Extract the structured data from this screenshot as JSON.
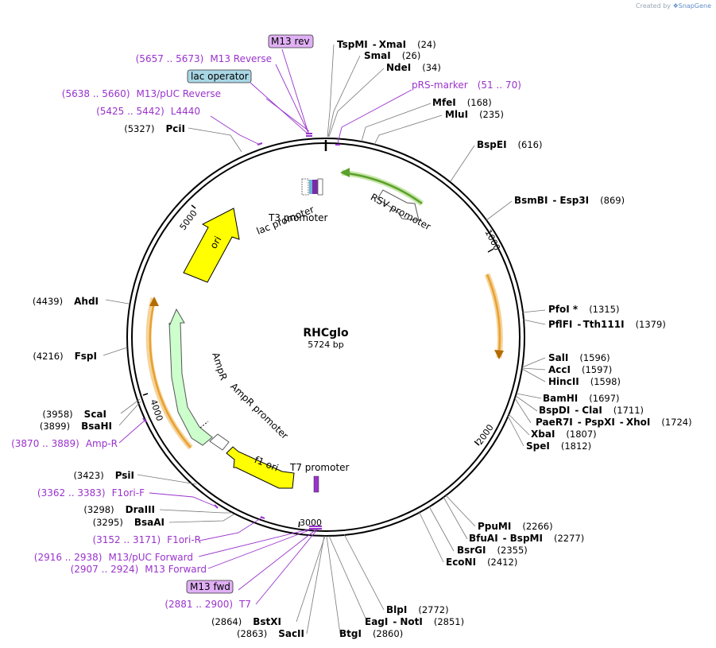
{
  "credit": {
    "prefix": "Created by",
    "brand": "SnapGene"
  },
  "plasmid": {
    "name": "RHCglo",
    "length": "5724 bp"
  },
  "ticks": [
    "1000",
    "2000",
    "3000",
    "4000",
    "5000"
  ],
  "boxed_labels": {
    "m13rev": "M13 rev",
    "lacop": "lac operator",
    "m13fwd": "M13 fwd"
  },
  "feature_labels": {
    "ori": "ori",
    "lac_promoter": "lac promoter",
    "t3": "T3 promoter",
    "rsv": "RSV promoter",
    "ampr": "AmpR",
    "ampr_promoter": "AmpR promoter",
    "f1ori": "f1 ori",
    "t7": "T7 promoter"
  },
  "enzymes": [
    {
      "id": "tspmi",
      "name": "TspMI",
      "pos": "(24)",
      "sep": "-",
      "name2": "XmaI"
    },
    {
      "id": "smai",
      "name": "SmaI",
      "pos": "(26)"
    },
    {
      "id": "ndei",
      "name": "NdeI",
      "pos": "(34)"
    },
    {
      "id": "mfei",
      "name": "MfeI",
      "pos": "(168)"
    },
    {
      "id": "mlui",
      "name": "MluI",
      "pos": "(235)"
    },
    {
      "id": "bspei",
      "name": "BspEI",
      "pos": "(616)"
    },
    {
      "id": "bsmbi",
      "name": "BsmBI",
      "pos": "(869)",
      "sep": "-",
      "name2": "Esp3I"
    },
    {
      "id": "pfoi",
      "name": "PfoI *",
      "pos": "(1315)"
    },
    {
      "id": "pflfi",
      "name": "PflFI",
      "pos": "(1379)",
      "sep": "-",
      "name2": "Tth111I"
    },
    {
      "id": "sali",
      "name": "SalI",
      "pos": "(1596)"
    },
    {
      "id": "acci",
      "name": "AccI",
      "pos": "(1597)"
    },
    {
      "id": "hincii",
      "name": "HincII",
      "pos": "(1598)"
    },
    {
      "id": "bamhi",
      "name": "BamHI",
      "pos": "(1697)"
    },
    {
      "id": "bspdi",
      "name": "BspDI",
      "pos": "(1711)",
      "sep": "-",
      "name2": "ClaI"
    },
    {
      "id": "paer7i",
      "name": "PaeR7I",
      "pos": "(1724)",
      "sep": "-",
      "name2": "PspXI",
      "sep2": "-",
      "name3": "XhoI"
    },
    {
      "id": "xbai",
      "name": "XbaI",
      "pos": "(1807)"
    },
    {
      "id": "spei",
      "name": "SpeI",
      "pos": "(1812)"
    },
    {
      "id": "ppumi",
      "name": "PpuMI",
      "pos": "(2266)"
    },
    {
      "id": "bfuai",
      "name": "BfuAI",
      "pos": "(2277)",
      "sep": "-",
      "name2": "BspMI"
    },
    {
      "id": "bsrgi",
      "name": "BsrGI",
      "pos": "(2355)"
    },
    {
      "id": "econi",
      "name": "EcoNI",
      "pos": "(2412)"
    },
    {
      "id": "blpi",
      "name": "BlpI",
      "pos": "(2772)"
    },
    {
      "id": "eagi",
      "name": "EagI",
      "pos": "(2851)",
      "sep": "-",
      "name2": "NotI"
    },
    {
      "id": "btgi",
      "name": "BtgI",
      "pos": "(2860)"
    },
    {
      "id": "bstxi",
      "name": "BstXI",
      "pos": "(2864)"
    },
    {
      "id": "sacii",
      "name": "SacII",
      "pos": "(2863)"
    },
    {
      "id": "drai",
      "name": "DraIII",
      "pos": "(3298)"
    },
    {
      "id": "bsaai",
      "name": "BsaAI",
      "pos": "(3295)"
    },
    {
      "id": "psii",
      "name": "PsiI",
      "pos": "(3423)"
    },
    {
      "id": "scai",
      "name": "ScaI",
      "pos": "(3958)"
    },
    {
      "id": "bsahi",
      "name": "BsaHI",
      "pos": "(3899)"
    },
    {
      "id": "fspi",
      "name": "FspI",
      "pos": "(4216)"
    },
    {
      "id": "ahdi",
      "name": "AhdI",
      "pos": "(4439)"
    },
    {
      "id": "pcii",
      "name": "PciI",
      "pos": "(5327)"
    }
  ],
  "primers": [
    {
      "id": "m13reverse",
      "range": "(5657 .. 5673)",
      "name": "M13 Reverse"
    },
    {
      "id": "m13puc_rev",
      "range": "(5638 .. 5660)",
      "name": "M13/pUC Reverse"
    },
    {
      "id": "l4440",
      "range": "(5425 .. 5442)",
      "name": "L4440"
    },
    {
      "id": "prs",
      "name": "pRS-marker",
      "range": "(51 .. 70)"
    },
    {
      "id": "ampr_p",
      "range": "(3870 .. 3889)",
      "name": "Amp-R"
    },
    {
      "id": "f1orif",
      "range": "(3362 .. 3383)",
      "name": "F1ori-F"
    },
    {
      "id": "f1orir",
      "range": "(3152 .. 3171)",
      "name": "F1ori-R"
    },
    {
      "id": "m13puc_fwd",
      "range": "(2916 .. 2938)",
      "name": "M13/pUC Forward"
    },
    {
      "id": "m13forward",
      "range": "(2907 .. 2924)",
      "name": "M13 Forward"
    },
    {
      "id": "t7p",
      "range": "(2881 .. 2900)",
      "name": "T7"
    }
  ],
  "colors": {
    "ori": "#ffff00",
    "ampr": "#ccffcc",
    "rsv": "#ffffff",
    "primer": "#9933cc",
    "orange_feature": "#e9a031",
    "green_feature": "#5aa02c",
    "lac_operator": "#a9d6e5",
    "boxed_primer": "#e0b0f5"
  }
}
